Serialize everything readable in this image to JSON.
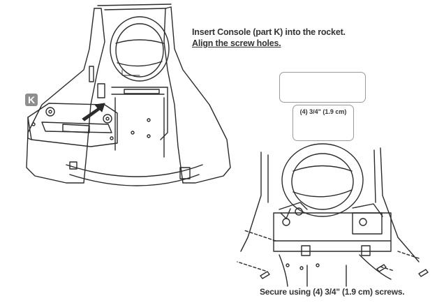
{
  "instruction": {
    "line1": "Insert Console (part K) into the rocket.",
    "line2": "Align the screw holes."
  },
  "part_badge": "K",
  "screw_spec": "(4) 3/4\" (1.9 cm)",
  "caption": "Secure using (4) 3/4\" (1.9 cm) screws.",
  "icons": {
    "tool": "phillips-screwdriver-icon",
    "hardware": "screw-icon",
    "arrow": "insert-arrow-icon"
  },
  "colors": {
    "line": "#2b2b2b",
    "badge": "#8e8e8e",
    "box_border": "#9a9a9a"
  }
}
